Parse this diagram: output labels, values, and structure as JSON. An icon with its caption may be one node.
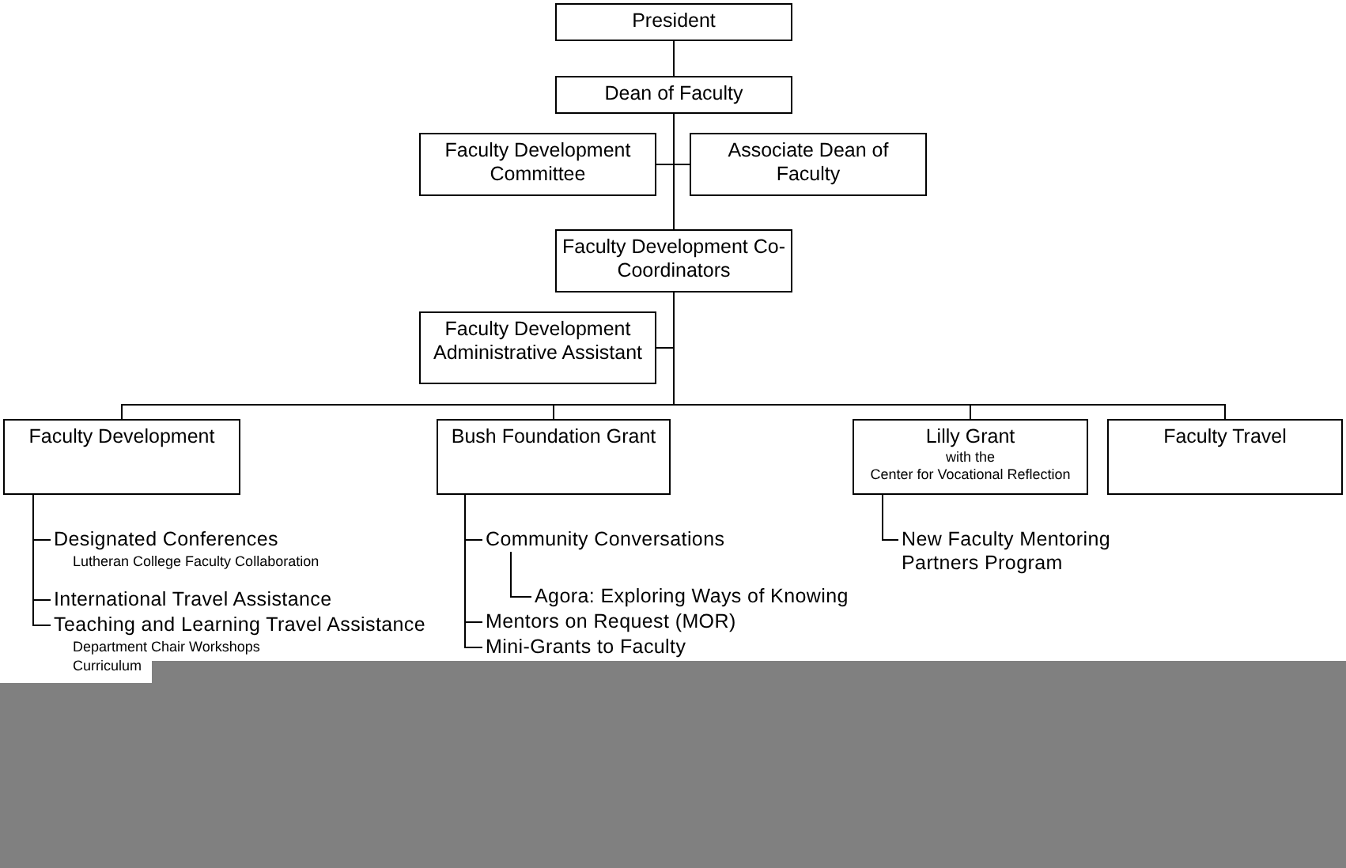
{
  "diagram": {
    "nodes": [
      {
        "text": [
          "President"
        ]
      },
      {
        "text": [
          "Dean of Faculty"
        ]
      },
      {
        "text": [
          "Faculty Development Committee"
        ]
      },
      {
        "text": [
          "Associate Dean of Faculty"
        ]
      },
      {
        "text": [
          "Faculty Development Co-Coordinators"
        ]
      },
      {
        "text": [
          "Faculty Development Administrative Assistant"
        ]
      },
      {
        "text": [
          "Faculty Development"
        ]
      },
      {
        "text": [
          "Bush Foundation Grant"
        ]
      },
      {
        "text": [
          "Lilly Grant",
          "with the",
          "Center for Vocational Reflection"
        ]
      },
      {
        "text": [
          "Faculty Travel"
        ]
      },
      {
        "text": [
          "Designated Conferences",
          "Lutheran College Faculty Collaboration"
        ]
      },
      {
        "text": [
          "International Travel Assistance"
        ]
      },
      {
        "text": [
          "Teaching and Learning Travel Assistance",
          "Department Chair Workshops",
          "Curriculum"
        ]
      },
      {
        "text": [
          "Community Conversations"
        ]
      },
      {
        "text": [
          "Agora: Exploring Ways of Knowing"
        ]
      },
      {
        "text": [
          "Mentors on Request (MOR)"
        ]
      },
      {
        "text": [
          "Mini-Grants to Faculty"
        ]
      },
      {
        "text": [
          "New Faculty Mentoring Partners Program"
        ]
      }
    ],
    "edges": [
      {
        "from": 0,
        "to": 1,
        "arrow": "none"
      },
      {
        "from": 1,
        "to": 2,
        "arrow": "none"
      },
      {
        "from": 1,
        "to": 3,
        "arrow": "none"
      },
      {
        "from": 1,
        "to": 4,
        "arrow": "none"
      },
      {
        "from": 4,
        "to": 5,
        "arrow": "none"
      },
      {
        "from": 4,
        "to": 6,
        "arrow": "none"
      },
      {
        "from": 4,
        "to": 7,
        "arrow": "none"
      },
      {
        "from": 4,
        "to": 8,
        "arrow": "none"
      },
      {
        "from": 4,
        "to": 9,
        "arrow": "none"
      },
      {
        "from": 6,
        "to": 10,
        "arrow": "none"
      },
      {
        "from": 6,
        "to": 11,
        "arrow": "none"
      },
      {
        "from": 6,
        "to": 12,
        "arrow": "none"
      },
      {
        "from": 7,
        "to": 13,
        "arrow": "none"
      },
      {
        "from": 13,
        "to": 14,
        "arrow": "none"
      },
      {
        "from": 7,
        "to": 15,
        "arrow": "none"
      },
      {
        "from": 7,
        "to": 16,
        "arrow": "none"
      },
      {
        "from": 8,
        "to": 17,
        "arrow": "none"
      }
    ]
  }
}
